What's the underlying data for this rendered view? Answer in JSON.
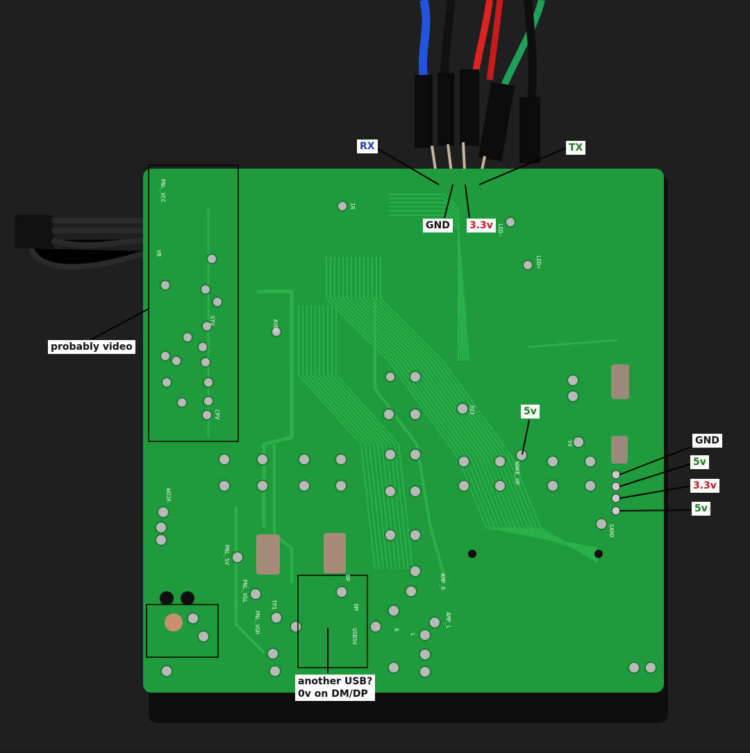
{
  "labels": {
    "rx": "RX",
    "tx": "TX",
    "gnd_top": "GND",
    "v33_top": "3.3v",
    "probably_video": "probably video",
    "v5_mid": "5v",
    "gnd_right": "GND",
    "v5_right_a": "5v",
    "v33_right": "3.3v",
    "v5_right_b": "5v",
    "usb_note_line1": "another USB?",
    "usb_note_line2": "0v on DM/DP"
  },
  "silkscreen": {
    "ir": "IR",
    "led_minus": "LED-",
    "led_plus": "LED+",
    "v3v3": "3V3",
    "wake_up": "WAKE_UP",
    "v5v": "5V",
    "sard": "SARD",
    "pnl_5v": "PNL_5V",
    "pnl_vgl": "PNL_VGL",
    "pnl_vgh": "PNL_VGH",
    "tp1": "TP1",
    "amp_r": "AMP_R",
    "amp_l": "AMP_L",
    "usb5v": "USB5V",
    "dp": "DP",
    "dm": "DM",
    "vcom": "VCOM",
    "avdd": "AVDD",
    "r": "R",
    "l": "L",
    "pnl_vcc": "PNL_VCC",
    "vb": "VB",
    "cpv": "CPV",
    "stv": "STV"
  },
  "colors": {
    "background": "#1b1b1b",
    "pcb": "#1f9a3c",
    "trace": "#2bb04b",
    "pad": "#b9b9b9",
    "wire_blue": "#2255dd",
    "wire_red": "#dd2222",
    "wire_green": "#1fa05a",
    "wire_black": "#111111",
    "label_blue": "#1f3fbf",
    "label_green": "#1f7a1f",
    "label_red": "#cc2020"
  }
}
